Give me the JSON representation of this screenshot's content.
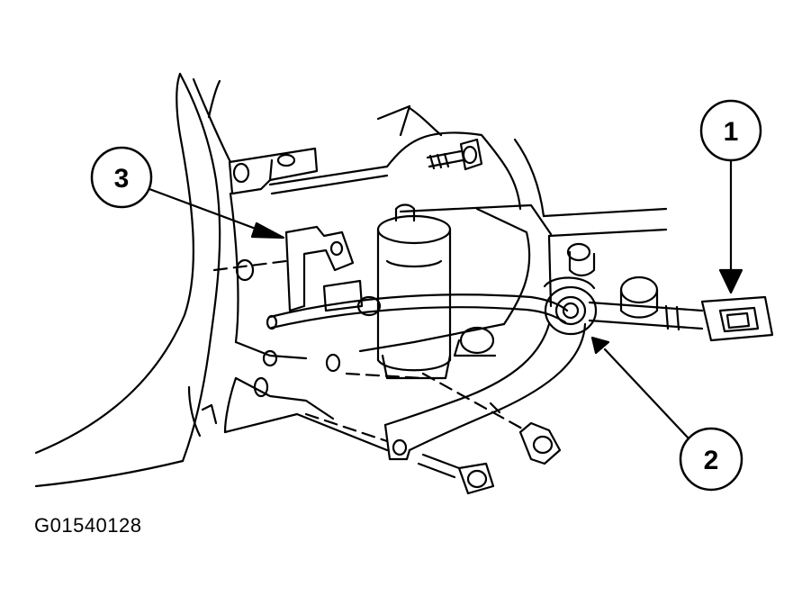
{
  "callouts": [
    {
      "number": "1"
    },
    {
      "number": "2"
    },
    {
      "number": "3"
    }
  ],
  "figure_id": "G01540128",
  "colors": {
    "line": "#000000",
    "paper": "#ffffff"
  }
}
